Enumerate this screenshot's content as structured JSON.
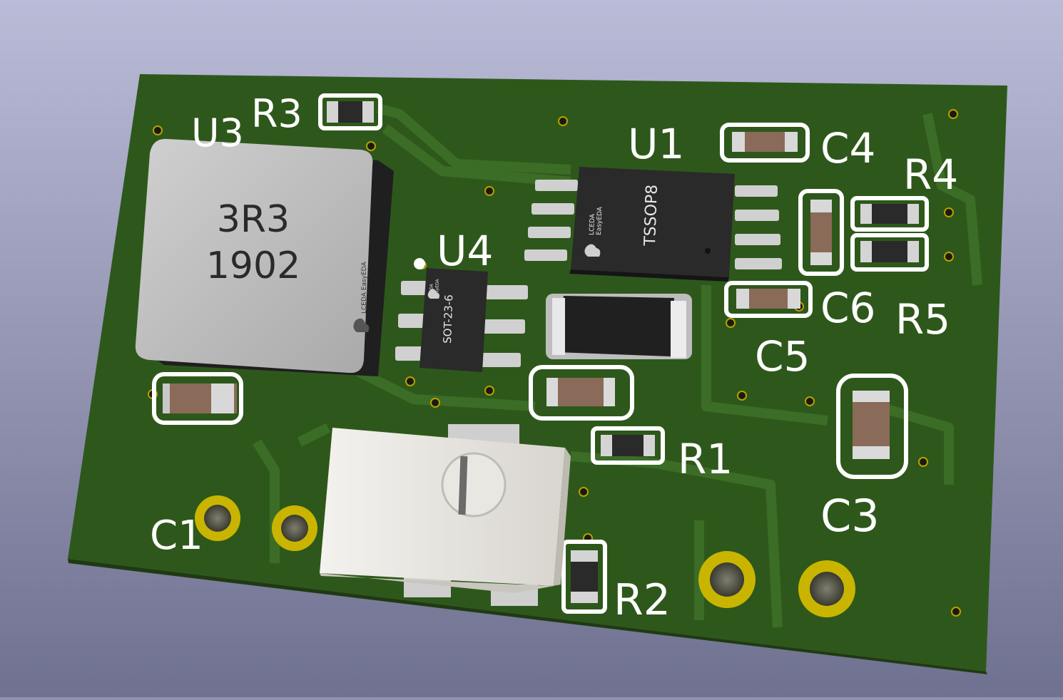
{
  "scene": {
    "background_top": "#b9bad6",
    "background_bottom": "#727492",
    "board_color": "#2f5a1c",
    "trace_color": "#3a6a25",
    "silkscreen_color": "#ffffff",
    "pad_gold": "#c8b400"
  },
  "designators": {
    "r3": "R3",
    "u3": "U3",
    "u1": "U1",
    "c4": "C4",
    "r4": "R4",
    "u4": "U4",
    "c6": "C6",
    "r5": "R5",
    "c5": "C5",
    "r1": "R1",
    "c3": "C3",
    "c1": "C1",
    "r2": "R2"
  },
  "inductor": {
    "line1": "3R3",
    "line2": "1902",
    "side_brand": "LCEDA EasyEDA"
  },
  "ic_u1": {
    "package": "TSSOP8",
    "brand_line1": "LCEDA",
    "brand_line2": "EasyEDA"
  },
  "ic_u4": {
    "package": "SOT-23-6",
    "brand_line1": "LCEDA",
    "brand_line2": "EasyEDA"
  }
}
